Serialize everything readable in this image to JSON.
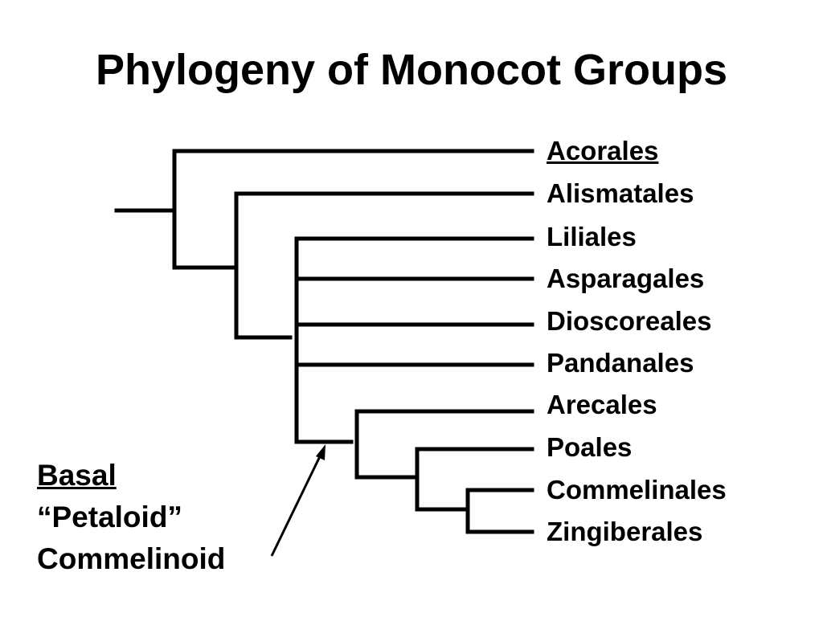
{
  "title": "Phylogeny of Monocot Groups",
  "taxa": [
    {
      "label": "Acorales",
      "underlined": true
    },
    {
      "label": "Alismatales",
      "underlined": false
    },
    {
      "label": "Liliales",
      "underlined": false
    },
    {
      "label": "Asparagales",
      "underlined": false
    },
    {
      "label": "Dioscoreales",
      "underlined": false
    },
    {
      "label": "Pandanales",
      "underlined": false
    },
    {
      "label": "Arecales",
      "underlined": false
    },
    {
      "label": "Poales",
      "underlined": false
    },
    {
      "label": "Commelinales",
      "underlined": false
    },
    {
      "label": "Zingiberales",
      "underlined": false
    }
  ],
  "legend": {
    "basal": "Basal",
    "petaloid": "“Petaloid”",
    "commelinoid": "Commelinoid"
  },
  "colors": {
    "ink": "#000000",
    "background": "#ffffff"
  }
}
